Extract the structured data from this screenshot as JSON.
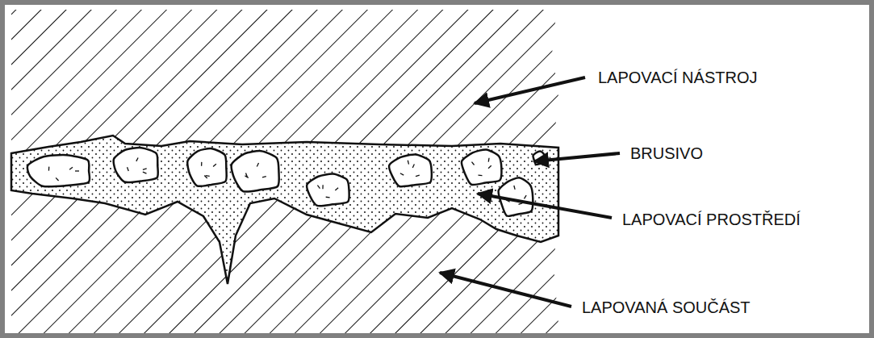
{
  "diagram": {
    "labels": [
      "LAPOVACÍ NÁSTROJ",
      "BRUSIVO",
      "LAPOVACÍ PROSTŘEDÍ",
      "LAPOVANÁ SOUČÁST"
    ]
  }
}
